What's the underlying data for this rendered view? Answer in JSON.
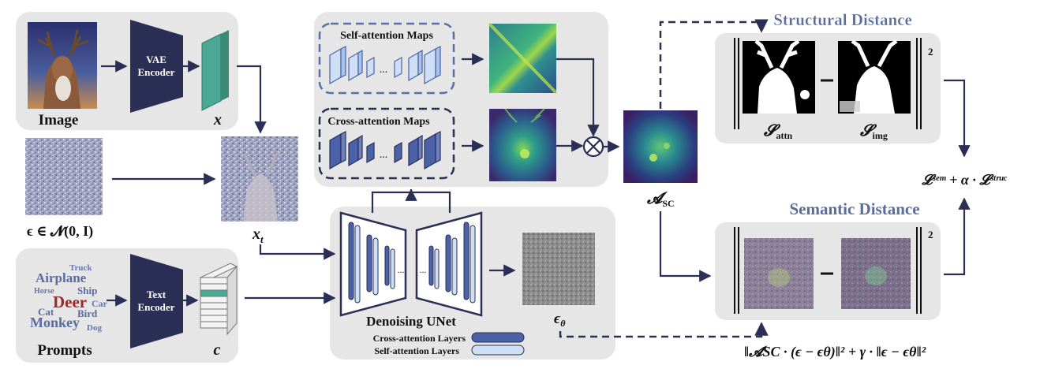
{
  "panels": {
    "image": {
      "label": "Image",
      "latent_symbol": "x"
    },
    "noise": {
      "label": "ϵ ∈ 𝓝(0, I)",
      "noisy_symbol": "x",
      "noisy_subscript": "t"
    },
    "prompts": {
      "label": "Prompts",
      "cond_symbol": "c",
      "words": [
        "Truck",
        "Airplane",
        "Horse",
        "Ship",
        "Deer",
        "Car",
        "Cat",
        "Bird",
        "Monkey",
        "Dog"
      ]
    },
    "unet": {
      "title": "Denoising UNet",
      "legend": [
        "Cross-attention Layers",
        "Self-attention Layers"
      ],
      "output_symbol": "ϵ",
      "output_subscript": "θ",
      "dots": "..."
    },
    "attention": {
      "self_title": "Self-attention Maps",
      "cross_title": "Cross-attention Maps",
      "dots": "...",
      "combined_symbol": "𝓐",
      "combined_subscript": "SC"
    },
    "structural": {
      "title": "Structural Distance",
      "left_symbol": "𝓢",
      "left_subscript": "attn",
      "right_symbol": "𝓢",
      "right_subscript": "img",
      "exponent": "2"
    },
    "semantic": {
      "title": "Semantic Distance",
      "exponent": "2"
    }
  },
  "encoders": {
    "vae": [
      "VAE",
      "Encoder"
    ],
    "text": [
      "Text",
      "Encoder"
    ]
  },
  "formulas": {
    "total_loss": "𝓛ˢᵉᵐ + α · 𝓛ˢᵗʳᵘᶜ",
    "bottom_loss": "‖𝓐SC · (ϵ − ϵθ)‖² + γ · ‖ϵ − ϵθ‖²"
  },
  "colors": {
    "navy": "#2b2f55",
    "dark_blue": "#3d4170",
    "teal": "#4aa894",
    "title_blue": "#5b6c9e",
    "panel_gray": "#e6e6e6",
    "dashed_border": "#5a6fa8",
    "layer_dark": "#4b61a8",
    "layer_light": "#cfe0f6",
    "deer_red": "#a02828"
  }
}
